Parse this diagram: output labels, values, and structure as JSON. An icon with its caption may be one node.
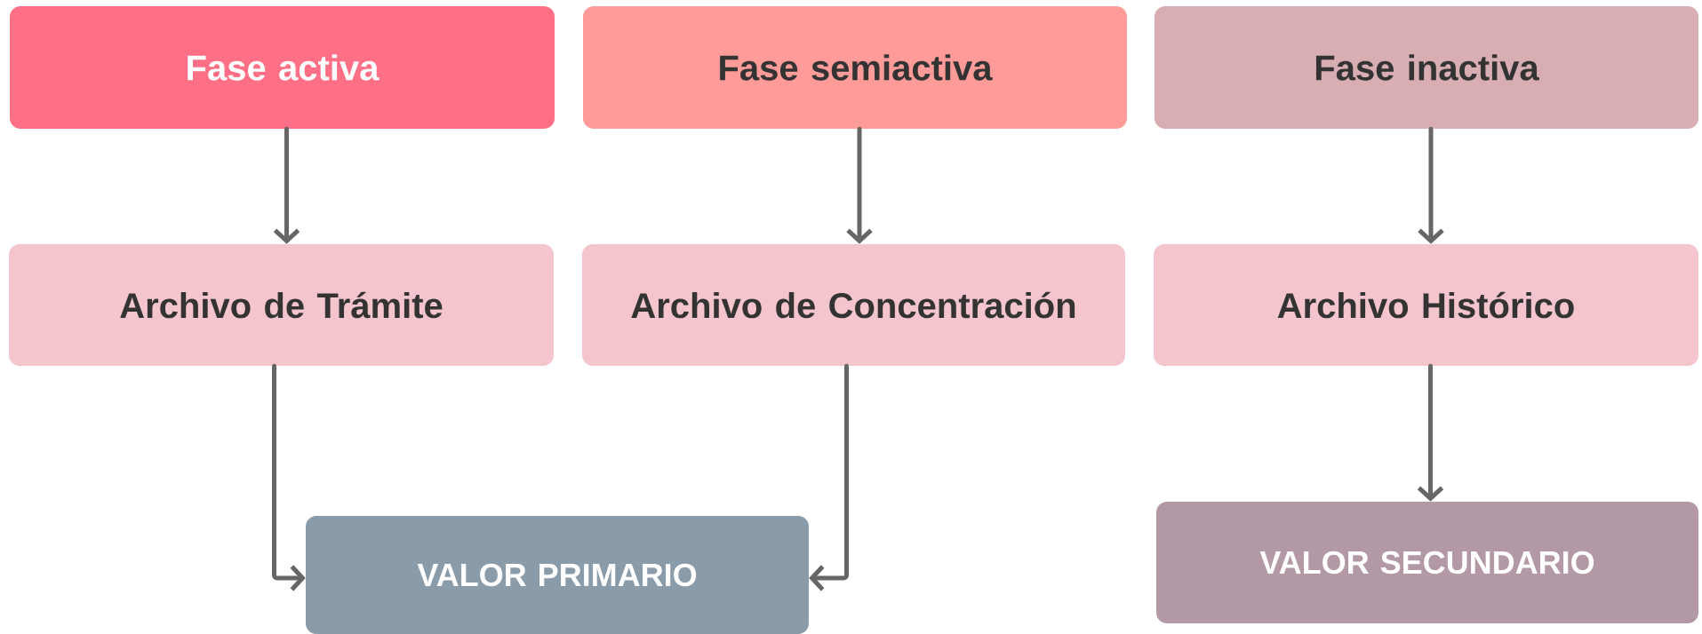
{
  "diagram": {
    "nodes": [
      {
        "text": [
          "Fase activa"
        ]
      },
      {
        "text": [
          "Fase semiactiva"
        ]
      },
      {
        "text": [
          "Fase inactiva"
        ]
      },
      {
        "text": [
          "Archivo de Trámite"
        ]
      },
      {
        "text": [
          "Archivo de Concentración"
        ]
      },
      {
        "text": [
          "Archivo Histórico"
        ]
      },
      {
        "text": [
          "VALOR PRIMARIO"
        ]
      },
      {
        "text": [
          "VALOR SECUNDARIO"
        ]
      }
    ],
    "edges": [
      {
        "from": 0,
        "to": 3,
        "arrow": "to"
      },
      {
        "from": 1,
        "to": 4,
        "arrow": "to"
      },
      {
        "from": 2,
        "to": 5,
        "arrow": "to"
      },
      {
        "from": 3,
        "to": 6,
        "arrow": "to"
      },
      {
        "from": 4,
        "to": 6,
        "arrow": "to"
      },
      {
        "from": 5,
        "to": 7,
        "arrow": "to"
      }
    ]
  }
}
